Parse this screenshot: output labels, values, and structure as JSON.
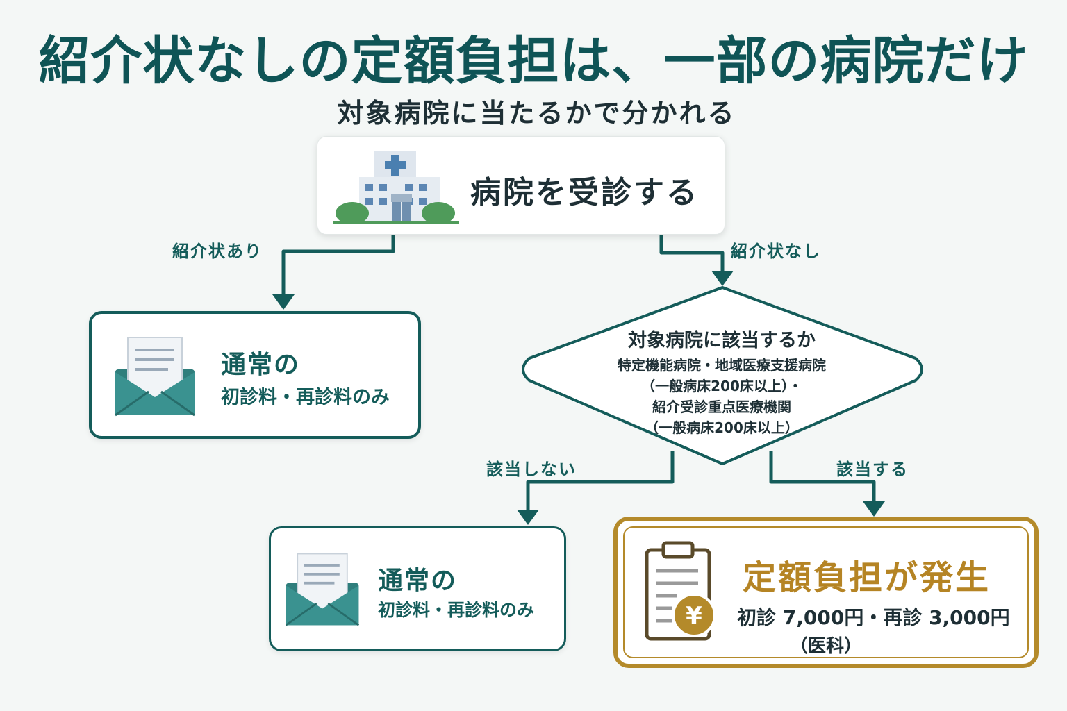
{
  "title": "紹介状なしの定額負担は、一部の病院だけ",
  "subtitle": "対象病院に当たるかで分かれる",
  "start": {
    "label": "病院を受診する",
    "icon": "hospital-icon"
  },
  "branches": {
    "with_referral": "紹介状あり",
    "without_referral": "紹介状なし"
  },
  "normal_left": {
    "line1": "通常の",
    "line2": "初診料・再診料のみ",
    "icon": "envelope-letter-icon"
  },
  "decision": {
    "question": "対象病院に該当するか",
    "lines": [
      "特定機能病院・地域医療支援病院",
      "（一般病床200床以上）・",
      "紹介受診重点医療機関",
      "（一般病床200床以上）"
    ]
  },
  "decision_branches": {
    "no": "該当しない",
    "yes": "該当する"
  },
  "normal_mid": {
    "line1": "通常の",
    "line2": "初診料・再診料のみ",
    "icon": "envelope-letter-icon"
  },
  "result": {
    "title": "定額負担が発生",
    "fee": "初診 7,000円・再診 3,000円",
    "note": "（医科）",
    "icon": "clipboard-yen-icon"
  },
  "colors": {
    "teal": "#145c5a",
    "gold": "#b48a2a",
    "title": "#0f5456"
  }
}
